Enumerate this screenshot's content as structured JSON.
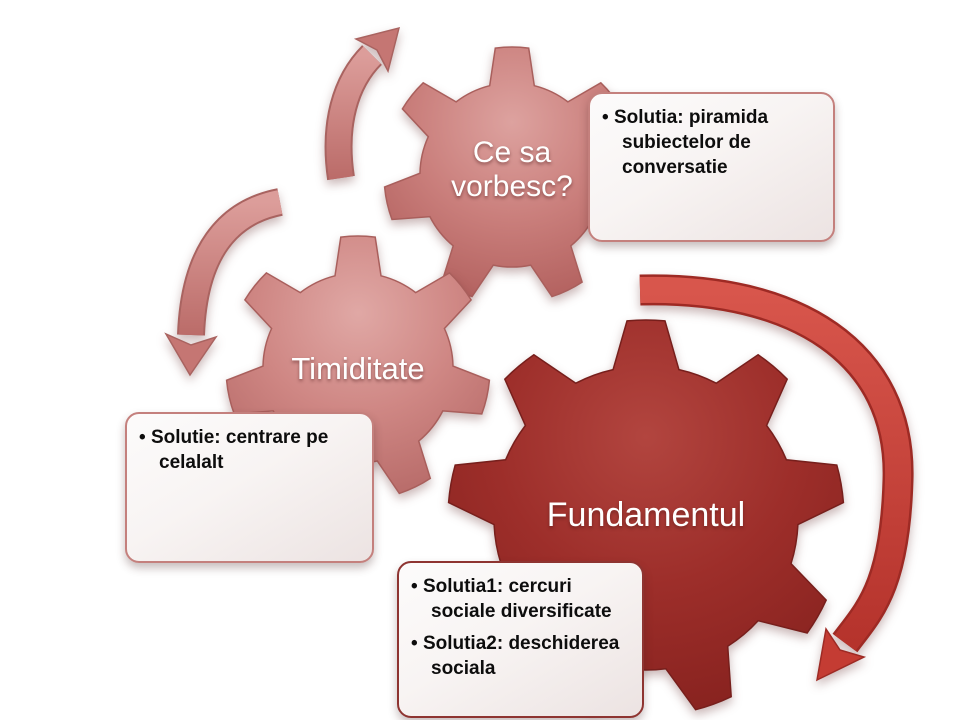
{
  "slide": {
    "background": "#ffffff",
    "gears": [
      {
        "label": "Ce sa vorbesc?",
        "fill": "#ca7f7c",
        "text_color": "#ffffff"
      },
      {
        "label": "Timiditate",
        "fill": "#cf8784",
        "text_color": "#ffffff"
      },
      {
        "label": "Fundamentul",
        "fill": "#9e302c",
        "text_color": "#ffffff"
      }
    ],
    "callouts": [
      {
        "border_color": "#c4807d",
        "bullets": [
          "Solutia: piramida subiectelor de conversatie"
        ]
      },
      {
        "border_color": "#c4807d",
        "bullets": [
          "Solutie: centrare pe celalalt"
        ]
      },
      {
        "border_color": "#8e3431",
        "bullets": [
          "Solutia1: cercuri sociale diversificate",
          "Solutia2: deschiderea sociala"
        ]
      }
    ],
    "arrows": [
      {
        "name": "curved-arrow-up",
        "color": "#c77976",
        "head_color": "#c57673"
      },
      {
        "name": "curved-arrow-down",
        "color": "#c77976",
        "head_color": "#c57673"
      },
      {
        "name": "curved-arrow-cycle",
        "color": "#c73f36",
        "head_color": "#c43c33"
      }
    ]
  }
}
